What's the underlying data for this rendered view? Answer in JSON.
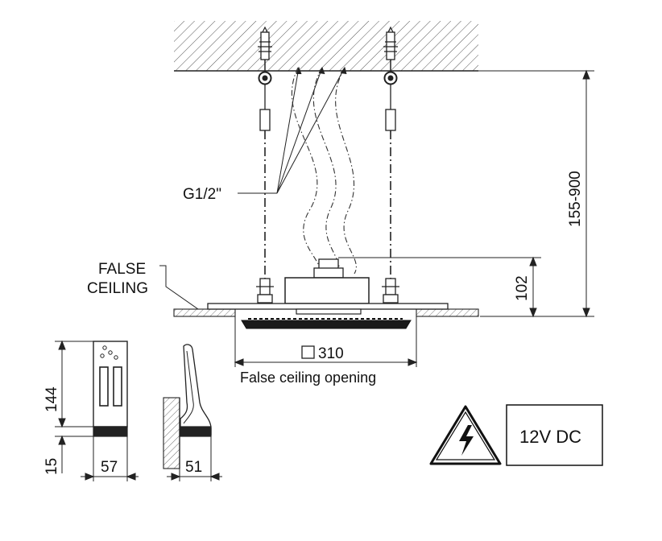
{
  "labels": {
    "pipe_thread": "G1/2\"",
    "false_ceiling": [
      "FALSE",
      "CEILING"
    ],
    "hanging_height": "155-900",
    "body_height": "102",
    "opening_size": "310",
    "opening_caption": "False ceiling opening",
    "control_height": "144",
    "control_base": "15",
    "control_width": "57",
    "control_depth": "51",
    "voltage": "12V DC"
  },
  "icons": {
    "opening_symbol": "square-outline-icon",
    "voltage_warning": "high-voltage-warning-icon"
  }
}
